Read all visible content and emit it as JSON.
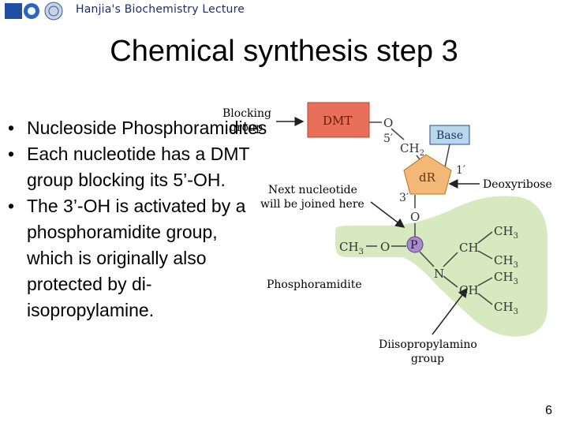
{
  "header": {
    "lecture_title": "Hanjia's Biochemistry Lecture"
  },
  "slide": {
    "title": "Chemical synthesis step 3",
    "bullets": [
      "Nucleoside Phosphoramidites",
      "Each nucleotide has a DMT group blocking its 5’-OH.",
      "The 3’-OH is activated by a phosphoramidite group, which is originally also protected by di-isopropylamine."
    ],
    "page_number": "6"
  },
  "diagram": {
    "labels": {
      "blocking_group": [
        "Blocking",
        "group"
      ],
      "next_nucleotide": [
        "Next nucleotide",
        "will be joined here"
      ],
      "phosphoramidite": "Phosphoramidite",
      "deoxyribose": "Deoxyribose",
      "diisopropylamino": [
        "Diisopropylamino",
        "group"
      ]
    },
    "atoms": {
      "dmt": "DMT",
      "base": "Base",
      "dr": "dR",
      "o_top": "O",
      "five_prime": "5′",
      "ch2": "CH",
      "ch2_sub": "2",
      "one_prime": "1′",
      "three_prime": "3′",
      "o_mid": "O",
      "p": "P",
      "ch3_left": "CH",
      "ch3_left_sub": "3",
      "o_left": "O",
      "n": "N",
      "ch_top": "CH",
      "ch_bottom": "CH",
      "ch3_a": "CH",
      "ch3_b": "CH",
      "ch3_c": "CH",
      "ch3_d": "CH",
      "sub3": "3"
    },
    "colors": {
      "dmt_fill": "#e8705a",
      "base_fill": "#b8d6ee",
      "sugar_fill": "#f3b877",
      "p_fill": "#a98bc7",
      "green_fill": "#d6e9bf",
      "atom_text": "#333333"
    }
  }
}
